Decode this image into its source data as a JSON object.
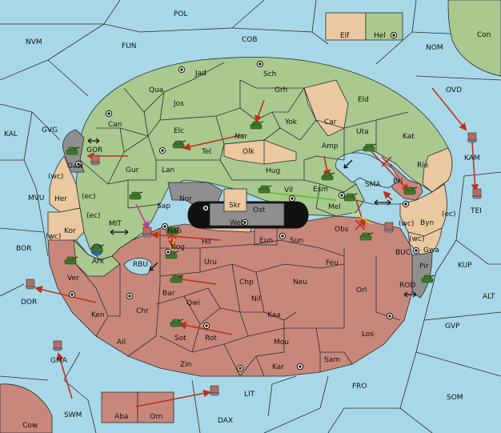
{
  "game": "Diplomacy-variant map",
  "colors": {
    "sea": "#a8d8e8",
    "green_power": "#a9c98f",
    "red_power": "#c8877b",
    "tan_power": "#ebc9a0",
    "grey_land": "#8f8f8f",
    "order_arrow": "#c0301c"
  },
  "provinces": {
    "pol": "POL",
    "nvm": "NVM",
    "fun": "FUN",
    "cob": "COB",
    "nom": "NOM",
    "con": "Con",
    "elf": "Elf",
    "hel": "Hel",
    "ovd": "OVD",
    "kal": "KAL",
    "gvg": "GVG",
    "gor": "GOR",
    "mvu": "MVU",
    "mit": "MIT",
    "bor": "BOR",
    "rbu": "RBU",
    "dor": "DOR",
    "gma": "GMA",
    "swm": "SWM",
    "cow": "Cow",
    "aba": "Aba",
    "orn": "Orn",
    "lit": "LIT",
    "dax": "DAX",
    "fro": "FRO",
    "som": "SOM",
    "gvp": "GVP",
    "alt": "ALT",
    "kup": "KUP",
    "rod": "ROD",
    "buc": "BUC",
    "kam": "KAM",
    "tei": "TEI",
    "sma": "SMA",
    "jad": "Jad",
    "sch": "Sch",
    "qua": "Qua",
    "jos": "Jos",
    "grh": "Grh",
    "eld": "Eld",
    "can": "Can",
    "elc": "Elc",
    "nar": "Nar",
    "yok": "Yok",
    "car": "Car",
    "uta": "Uta",
    "kat": "Kat",
    "tel": "Tel",
    "olk": "Olk",
    "amp": "Amp",
    "gur": "Gur",
    "lan": "Lan",
    "hug": "Hug",
    "bri": "Bri",
    "rie": "Rie",
    "gaw": "Gaw",
    "her": "Her",
    "nor": "Nor",
    "skr": "Skr",
    "ost": "Ost",
    "vil": "Vil",
    "esm": "Esm",
    "mel": "Mel",
    "byn": "Byn",
    "sap": "Sap",
    "kor": "Kor",
    "web": "Web",
    "obs": "Obs",
    "gwa": "Gwa",
    "nab": "Nab",
    "hil": "Hil",
    "eun": "Eun",
    "sun": "Sun",
    "pir": "Pir",
    "ark": "Ark",
    "nog": "Nog",
    "uru": "Uru",
    "feu": "Feu",
    "ver": "Ver",
    "chp": "Chp",
    "neu": "Neu",
    "orl": "Orl",
    "bar": "Bar",
    "qwi": "Qwi",
    "nil": "Nil",
    "ken": "Ken",
    "chr": "Chr",
    "kaa": "Kaa",
    "los": "Los",
    "sot": "Sot",
    "rot": "Rot",
    "mou": "Mou",
    "ail": "Ail",
    "zin": "Zin",
    "kar": "Kar",
    "sam": "Sam"
  },
  "coast_labels": {
    "wc1": "(wc)",
    "ec1": "(ec)",
    "ec2": "(ec)",
    "wc2": "(wc)",
    "wc3": "(wc)",
    "ec3": "(ec)",
    "wc4": "(wc)"
  }
}
